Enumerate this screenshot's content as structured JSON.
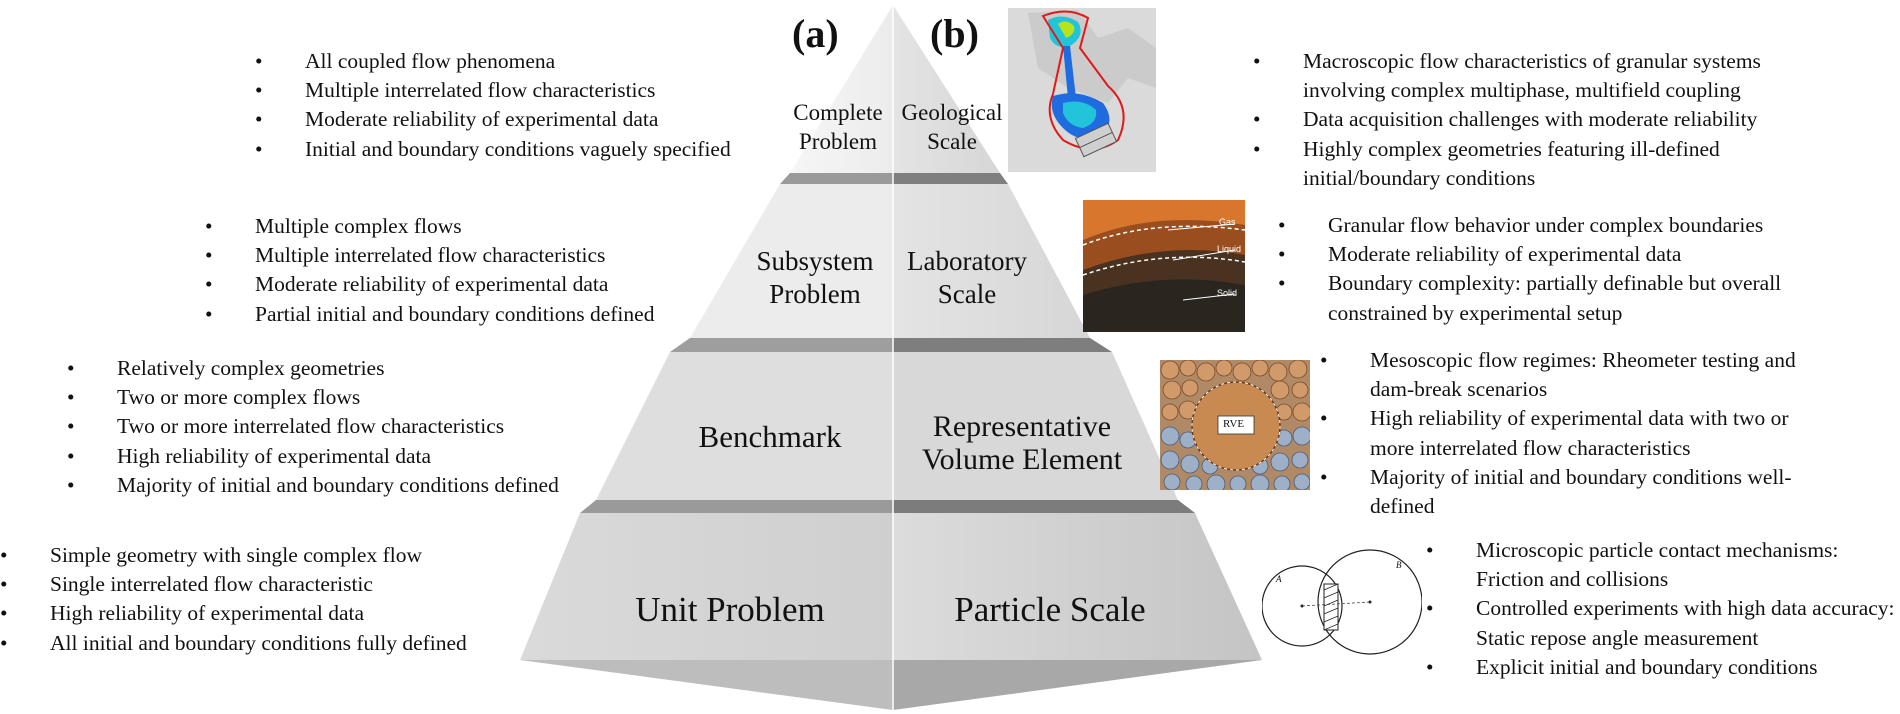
{
  "panels": {
    "a": "(a)",
    "b": "(b)"
  },
  "tiers_a": {
    "complete_line1": "Complete",
    "complete_line2": "Problem",
    "subsystem_line1": "Subsystem",
    "subsystem_line2": "Problem",
    "benchmark": "Benchmark",
    "unit": "Unit Problem"
  },
  "tiers_b": {
    "geological_line1": "Geological",
    "geological_line2": "Scale",
    "laboratory_line1": "Laboratory",
    "laboratory_line2": "Scale",
    "rve_line1": "Representative",
    "rve_line2": "Volume Element",
    "particle": "Particle Scale"
  },
  "left_bullets": {
    "complete": [
      "All coupled flow phenomena",
      "Multiple interrelated flow characteristics",
      "Moderate reliability of experimental data",
      "Initial and boundary conditions vaguely specified"
    ],
    "subsystem": [
      "Multiple complex flows",
      "Multiple interrelated flow characteristics",
      "Moderate reliability of experimental data",
      "Partial initial and boundary conditions defined"
    ],
    "benchmark": [
      "Relatively complex geometries",
      "Two or more complex flows",
      "Two or more interrelated flow characteristics",
      "High reliability of experimental data",
      "Majority of initial and boundary conditions defined"
    ],
    "unit": [
      "Simple geometry with single complex flow",
      "Single interrelated flow characteristic",
      "High reliability of experimental data",
      "All initial and boundary conditions fully defined"
    ]
  },
  "right_bullets": {
    "geological": [
      "Macroscopic flow characteristics of granular systems involving complex multiphase, multifield coupling",
      "Data acquisition challenges with moderate reliability",
      "Highly complex geometries featuring ill-defined initial/boundary conditions"
    ],
    "laboratory": [
      "Granular flow behavior under complex boundaries",
      "Moderate reliability of experimental data",
      "Boundary complexity: partially definable but overall constrained by experimental setup"
    ],
    "rve": [
      "Mesoscopic flow regimes: Rheometer testing and dam-break scenarios",
      "High reliability of experimental data with two or more interrelated flow characteristics",
      "Majority of initial and boundary conditions well-defined"
    ],
    "particle": [
      "Microscopic particle contact mechanisms: Friction and collisions",
      "Controlled experiments with high data accuracy: Static repose angle measurement",
      "Explicit initial and boundary conditions"
    ]
  },
  "image_labels": {
    "gas": "Gas",
    "liquid": "Liquid",
    "solid": "Solid",
    "rve": "RVE",
    "sphere_a": "A",
    "sphere_b": "B"
  },
  "colors": {
    "tier_top": "#efefef",
    "tier_mid": "#e6e6e6",
    "tier_bench": "#dcdcdc",
    "tier_unit": "#d4d4d4",
    "right_shade": "#c8c8c8",
    "slab": "#9e9e9e"
  }
}
